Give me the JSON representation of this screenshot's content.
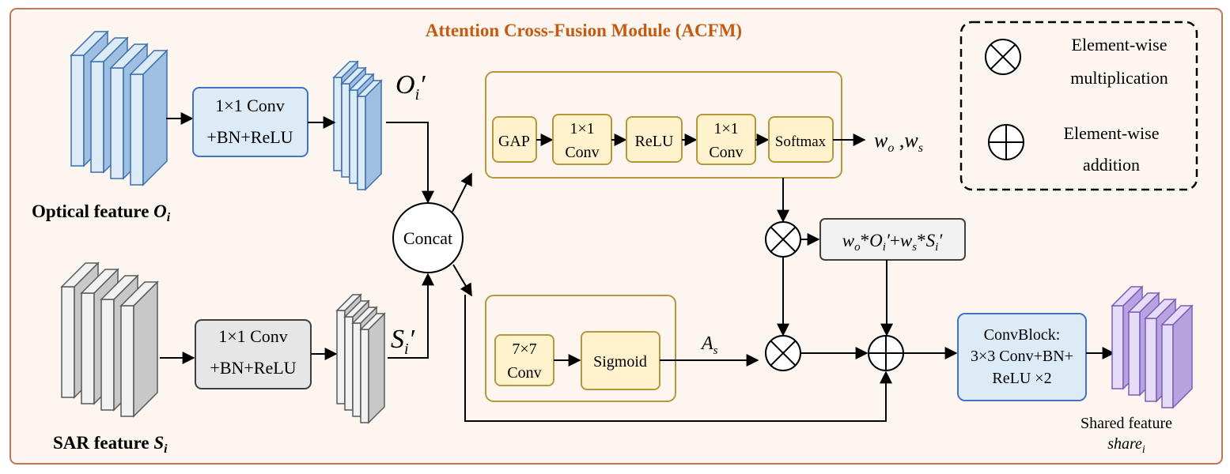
{
  "title": "Attention Cross-Fusion Module (ACFM)",
  "legend": {
    "multiply_line1": "Element-wise",
    "multiply_line2": "multiplication",
    "add_line1": "Element-",
    "add_line2": "wise",
    "add_line3": "addition"
  },
  "optical": {
    "label": "Optical  feature ",
    "symbol": "O",
    "sub": "i",
    "conv_line1": "1×1 Conv",
    "conv_line2": "+BN+ReLU",
    "out_symbol": "O",
    "out_sub": "i",
    "out_prime": "′"
  },
  "sar": {
    "label": "SAR feature ",
    "symbol": "S",
    "sub": "i",
    "conv_line1": "1×1 Conv",
    "conv_line2": "+BN+ReLU",
    "out_symbol": "S",
    "out_sub": "i",
    "out_prime": "′"
  },
  "concat": "Concat",
  "channel_branch": {
    "gap": "GAP",
    "conv1_line1": "1×1",
    "conv1_line2": "Conv",
    "relu": "ReLU",
    "conv2_line1": "1×1",
    "conv2_line2": "Conv",
    "softmax": "Softmax",
    "w_o": "w",
    "w_o_sub": "o",
    "comma": " ,",
    "w_s": "w",
    "w_s_sub": "s"
  },
  "spatial_branch": {
    "conv_line1": "7×7",
    "conv_line2": "Conv",
    "sigmoid": "Sigmoid",
    "a": "A",
    "a_sub": "s"
  },
  "weighted_sum": {
    "w1": "w",
    "w1_sub": "o",
    "op1": "*",
    "o": "O",
    "o_sub": "i",
    "o_prime": "′",
    "plus": "+",
    "w2": "w",
    "w2_sub": "s",
    "op2": "*",
    "s": "S",
    "s_sub": "i",
    "s_prime": "′"
  },
  "convblock": {
    "line1": "ConvBlock:",
    "line2": "3×3 Conv+BN+",
    "line3": "ReLU ×2"
  },
  "shared": {
    "label": "Shared feature",
    "symbol": "share",
    "sub": "i"
  },
  "colors": {
    "frame_border": "#c0765a",
    "frame_fill": "#fdf5ef",
    "title": "#c55a11",
    "optical_light": "#ddebf7",
    "optical_dark": "#9fbfe0",
    "optical_edge": "#3c6fb0",
    "sar_light": "#f2f2f2",
    "sar_dark": "#c8c8c8",
    "sar_edge": "#595959",
    "shared_light": "#e6dcf7",
    "shared_dark": "#b9a2e0",
    "shared_edge": "#7a5eb8",
    "module_border": "#b8963a",
    "module_fill": "#fff2cc",
    "box_blue_fill": "#ddebf7",
    "box_blue_edge": "#4472c4",
    "box_gray_fill": "#e7e6e6",
    "box_gray_edge": "#404040"
  }
}
